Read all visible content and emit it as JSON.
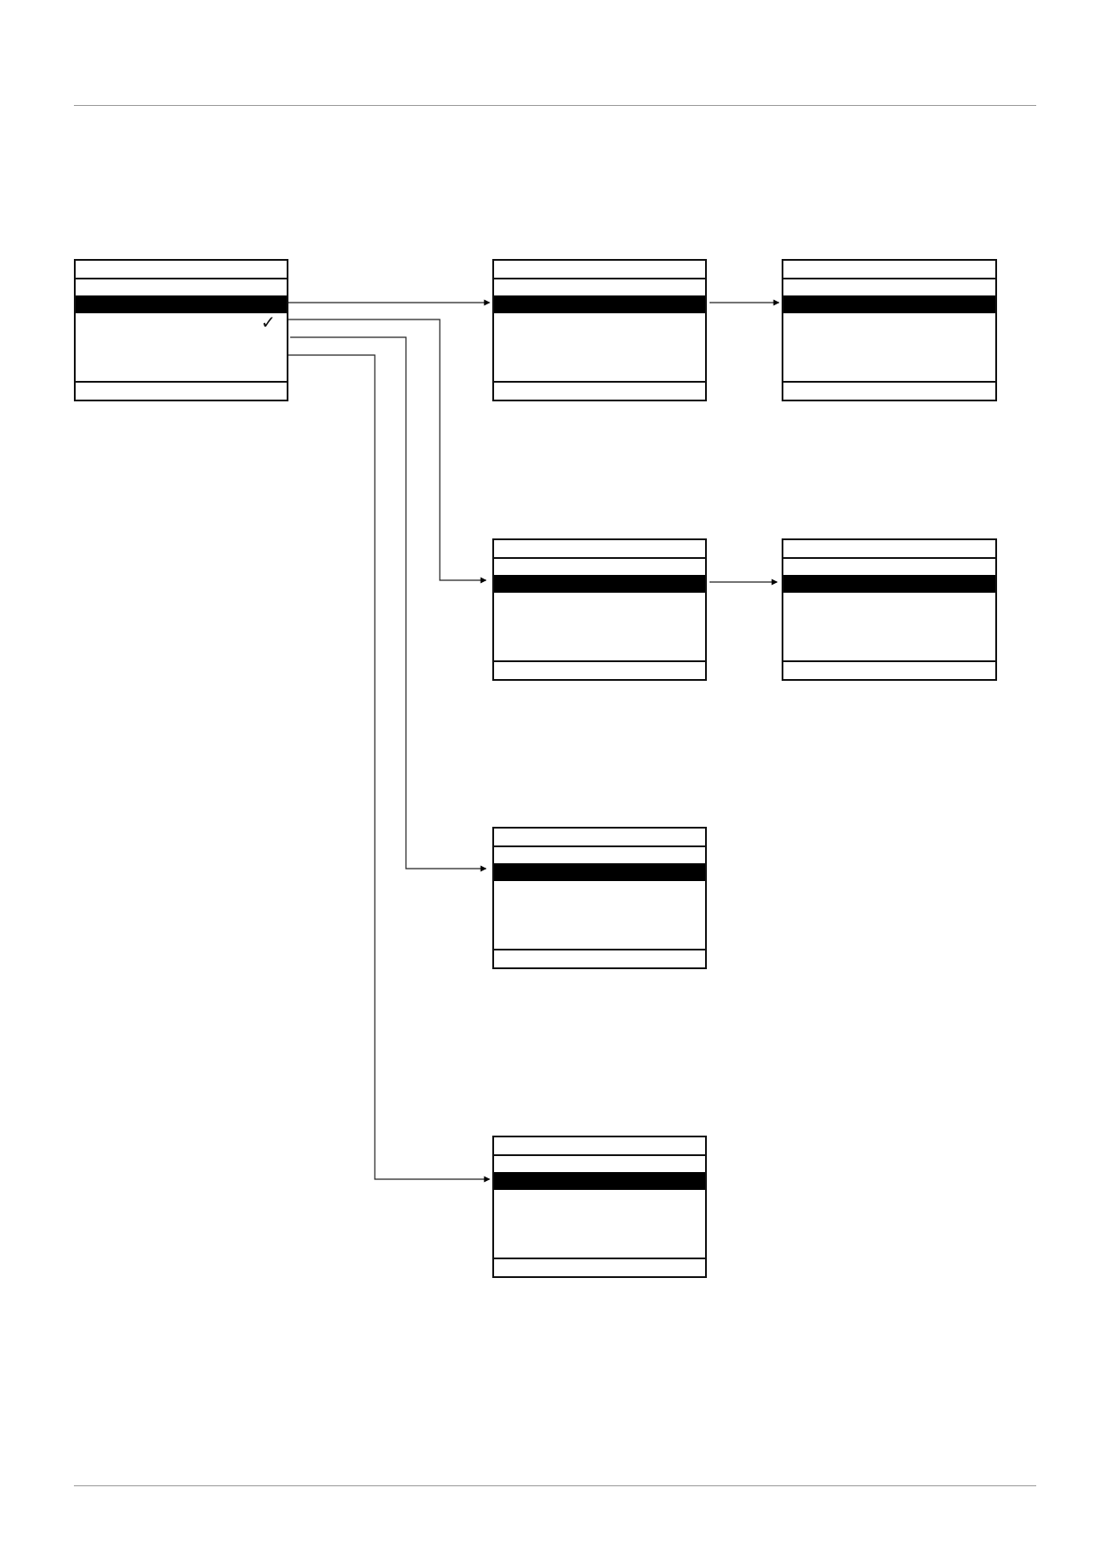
{
  "page": {
    "header_rule": "",
    "footer_rule": ""
  },
  "icons": {
    "checkmark": "✓"
  },
  "screens": [
    {
      "id": "main",
      "selected_row": 1,
      "has_check": true
    },
    {
      "id": "sub-a",
      "selected_row": 1
    },
    {
      "id": "sub-a-detail",
      "selected_row": 1
    },
    {
      "id": "sub-b",
      "selected_row": 1
    },
    {
      "id": "sub-b-detail",
      "selected_row": 1
    },
    {
      "id": "sub-c",
      "selected_row": 1
    },
    {
      "id": "sub-d",
      "selected_row": 1
    }
  ],
  "connections": [
    {
      "from": "main",
      "to": "sub-a"
    },
    {
      "from": "sub-a",
      "to": "sub-a-detail"
    },
    {
      "from": "main",
      "to": "sub-b"
    },
    {
      "from": "sub-b",
      "to": "sub-b-detail"
    },
    {
      "from": "main",
      "to": "sub-c"
    },
    {
      "from": "main",
      "to": "sub-d"
    }
  ]
}
